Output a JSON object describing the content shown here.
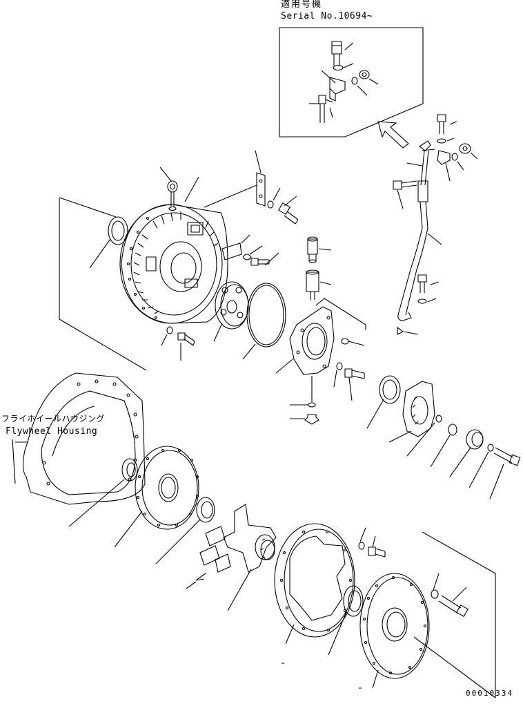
{
  "inset": {
    "applicable_label": "適用号機",
    "serial_label": "Serial No.10694~"
  },
  "flywheel_housing": {
    "label_jp": "フライホイールハウジング",
    "label_en": "Flywheel Housing"
  },
  "drawing_code": "00010334"
}
